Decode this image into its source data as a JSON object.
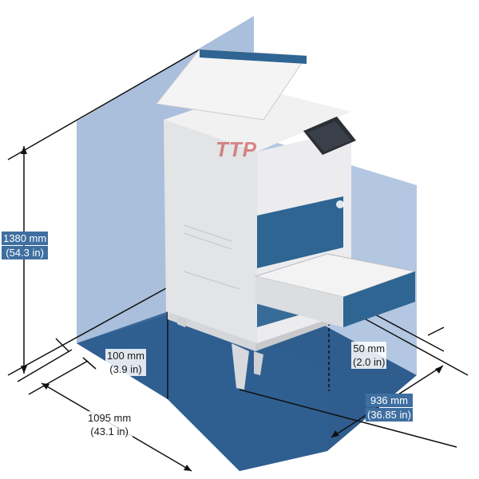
{
  "dimensions": {
    "height": {
      "metric": "1380 mm",
      "imperial": "(54.3 in)"
    },
    "rear_clearance": {
      "metric": "100 mm",
      "imperial": "(3.9 in)"
    },
    "depth": {
      "metric": "1095 mm",
      "imperial": "(43.1 in)"
    },
    "side_clearance": {
      "metric": "50 mm",
      "imperial": "(2.0 in)"
    },
    "width": {
      "metric": "936 mm",
      "imperial": "(36.85 in)"
    }
  },
  "watermark": {
    "text": "TTP"
  },
  "colors": {
    "floor_area": "#2f5d8e",
    "wall_area": "#a9bfdc",
    "label_fill": "#3f6fa0",
    "printer_body": "#e4e5e7",
    "printer_accent": "#2e6592"
  }
}
